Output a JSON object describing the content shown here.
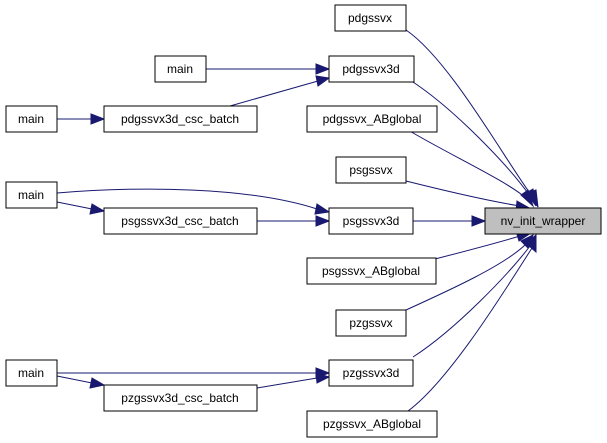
{
  "nodes": {
    "root": "nv_init_wrapper",
    "pdgssvx": "pdgssvx",
    "pdgssvx3d": "pdgssvx3d",
    "pdgssvx_ABglobal": "pdgssvx_ABglobal",
    "psgssvx": "psgssvx",
    "psgssvx3d": "psgssvx3d",
    "psgssvx_ABglobal": "psgssvx_ABglobal",
    "pzgssvx": "pzgssvx",
    "pzgssvx3d": "pzgssvx3d",
    "pzgssvx_ABglobal": "pzgssvx_ABglobal",
    "pdgssvx3d_csc_batch": "pdgssvx3d_csc_batch",
    "psgssvx3d_csc_batch": "psgssvx3d_csc_batch",
    "pzgssvx3d_csc_batch": "pzgssvx3d_csc_batch",
    "main": "main"
  },
  "colors": {
    "edge": "#191970",
    "root_fill": "#bfbfbf",
    "node_fill": "#ffffff",
    "node_border": "#000000"
  }
}
